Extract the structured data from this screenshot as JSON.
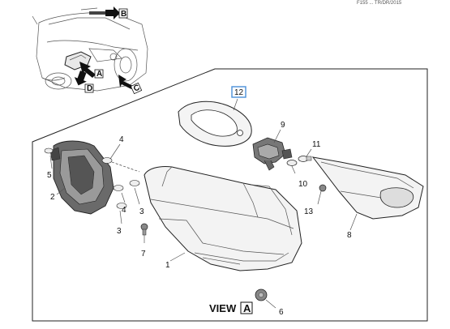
{
  "header_text": "F155   ...  TR/DR/2015",
  "view_label": "VIEW",
  "view_letter": "A",
  "overview_arrows": [
    {
      "id": "A",
      "label": "A"
    },
    {
      "id": "B",
      "label": "B"
    },
    {
      "id": "C",
      "label": "C"
    },
    {
      "id": "D",
      "label": "D"
    }
  ],
  "callouts": {
    "c1": "1",
    "c2": "2",
    "c3a": "3",
    "c3b": "3",
    "c4a": "4",
    "c4b": "4",
    "c5": "5",
    "c6": "6",
    "c7": "7",
    "c8": "8",
    "c9": "9",
    "c10": "10",
    "c11": "11",
    "c12": "12",
    "c13": "13"
  },
  "colors": {
    "highlight_box": "#4a90d9",
    "line": "#222222"
  }
}
